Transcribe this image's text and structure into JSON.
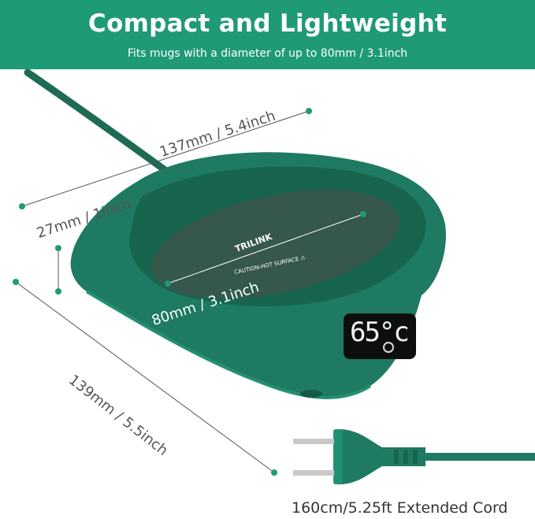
{
  "banner": {
    "title": "Compact and Lightweight",
    "subtitle": "Fits mugs with a diameter of up to 80mm / 3.1inch"
  },
  "product": {
    "brand": "TRILINK",
    "caution": "CAUTION-HOT SURFACE ⚠",
    "display_temp": "65°c",
    "body_color": "#1e7a62",
    "plate_color": "#36574b"
  },
  "dimensions": {
    "width_label": "137mm / 5.4inch",
    "height_label": "27mm / 1inch",
    "plate_label": "80mm / 3.1inch",
    "depth_label": "139mm / 5.5inch",
    "cord_label": "160cm/5.25ft Extended Cord"
  },
  "colors": {
    "banner": "#1f9a77",
    "accent": "#1f9a77",
    "dim_line": "#555555"
  }
}
